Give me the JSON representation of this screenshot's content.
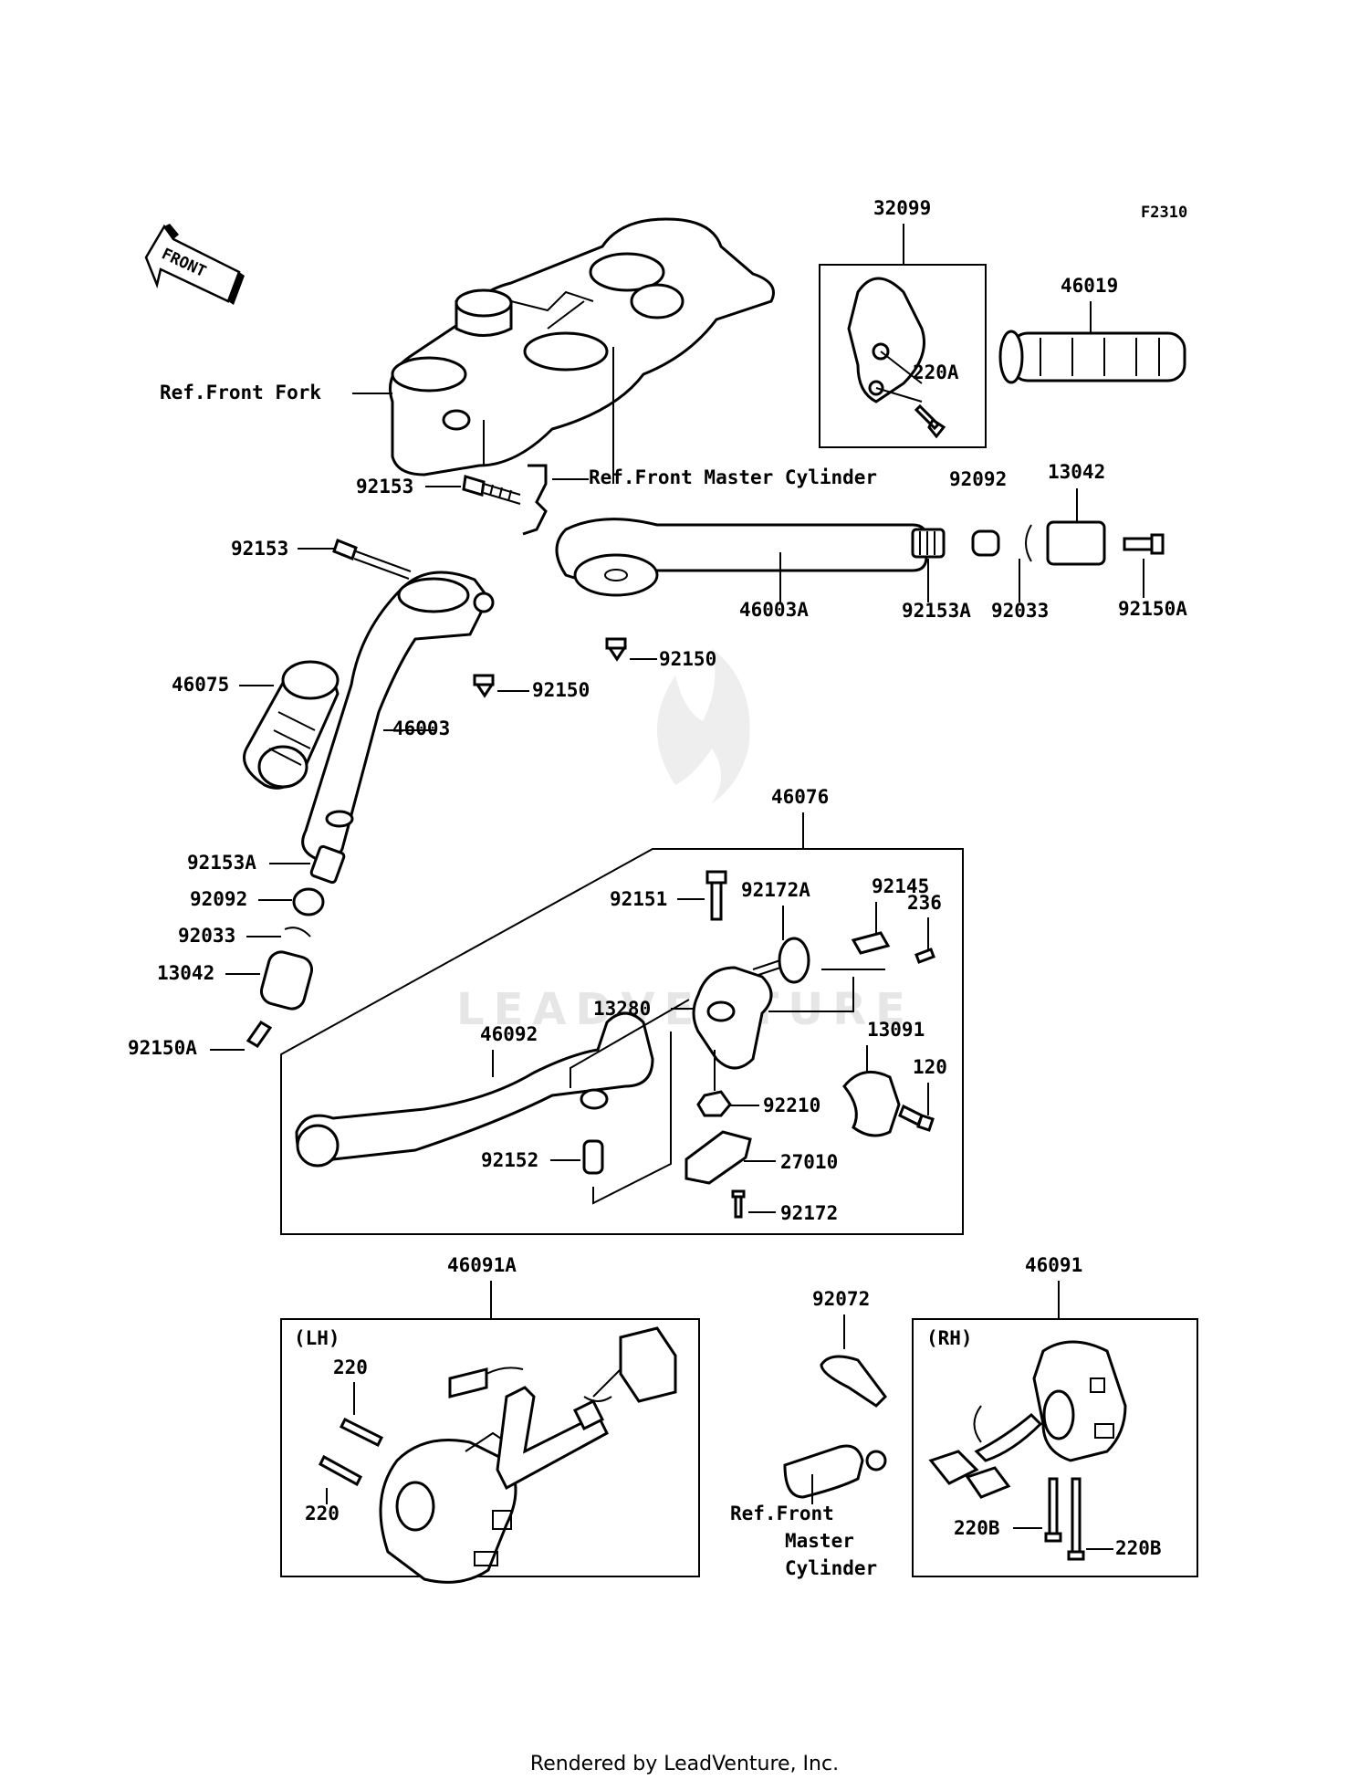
{
  "diagram_code": "F2310",
  "front_arrow": "FRONT",
  "watermark": "LEADVENTURE",
  "footer": "Rendered by LeadVenture, Inc.",
  "labels": {
    "p32099": "32099",
    "p46019": "46019",
    "p220A": "220A",
    "ref_fork": "Ref.Front Fork",
    "ref_master": "Ref.Front Master Cylinder",
    "p92092a": "92092",
    "p13042a": "13042",
    "p92153a": "92153",
    "p92153b": "92153",
    "p46003A": "46003A",
    "p92153A_r": "92153A",
    "p92033_r": "92033",
    "p92150A_r": "92150A",
    "p92150_r": "92150",
    "p92150_l": "92150",
    "p46075": "46075",
    "p46003": "46003",
    "p46076": "46076",
    "p92153A_l": "92153A",
    "p92092_l": "92092",
    "p92033_l": "92033",
    "p13042_l": "13042",
    "p92150A_l": "92150A",
    "p92151": "92151",
    "p92172A": "92172A",
    "p92145": "92145",
    "p236": "236",
    "p13280": "13280",
    "p46092": "46092",
    "p13091": "13091",
    "p120": "120",
    "p92210": "92210",
    "p92152": "92152",
    "p27010": "27010",
    "p92172": "92172",
    "p46091A": "46091A",
    "p92072": "92072",
    "p46091": "46091",
    "lh": "(LH)",
    "rh": "(RH)",
    "p220a": "220",
    "p220b": "220",
    "ref_fmc1": "Ref.Front",
    "ref_fmc2": "Master",
    "ref_fmc3": "Cylinder",
    "p220B_1": "220B",
    "p220B_2": "220B"
  }
}
